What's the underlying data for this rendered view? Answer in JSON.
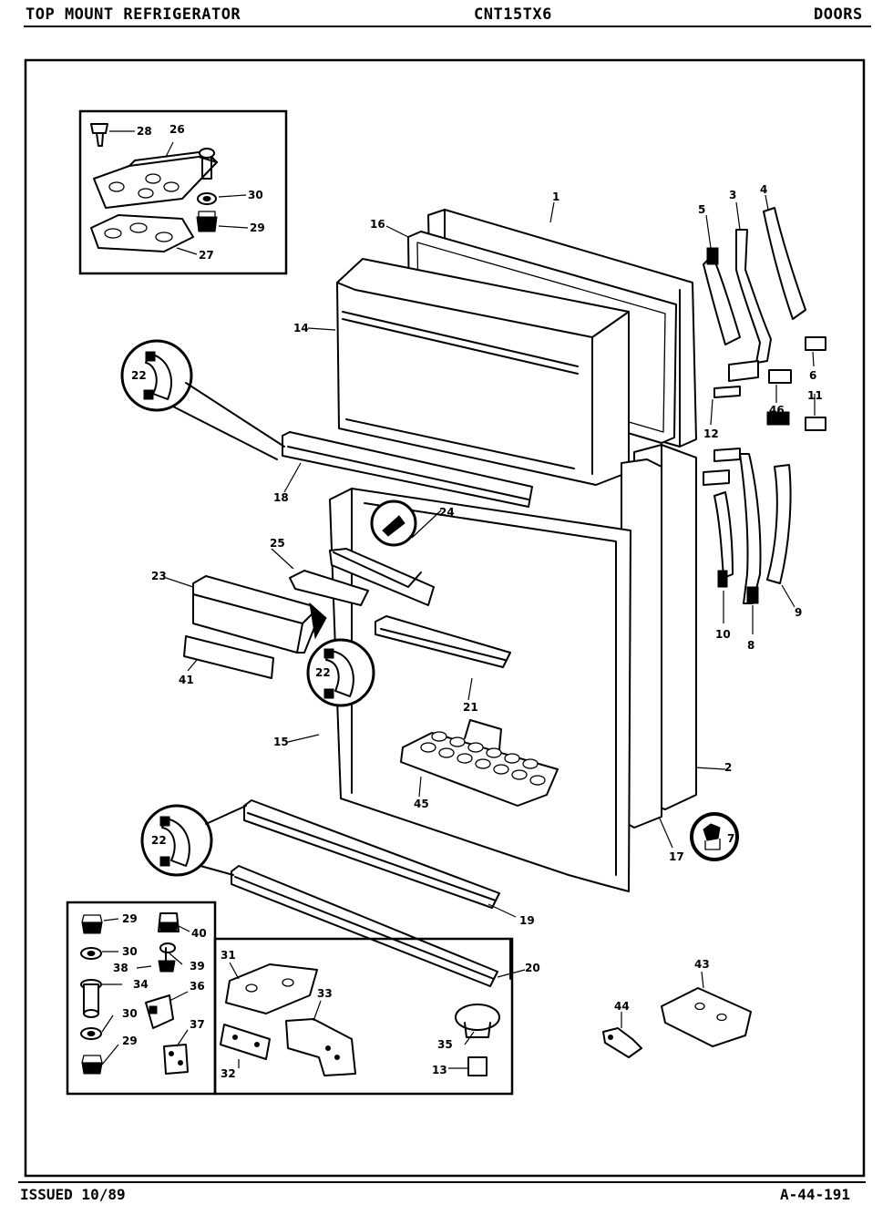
{
  "header": {
    "left": "TOP MOUNT REFRIGERATOR",
    "model": "CNT15TX6",
    "section": "DOORS"
  },
  "footer": {
    "issued": "ISSUED 10/89",
    "page_code": "A-44-191"
  },
  "callouts": {
    "c1": "1",
    "c2": "2",
    "c3": "3",
    "c4": "4",
    "c5": "5",
    "c6": "6",
    "c7": "7",
    "c8": "8",
    "c9": "9",
    "c10": "10",
    "c11": "11",
    "c12": "12",
    "c13": "13",
    "c14": "14",
    "c15": "15",
    "c16": "16",
    "c17": "17",
    "c18": "18",
    "c19": "19",
    "c20": "20",
    "c21": "21",
    "c22a": "22",
    "c22b": "22",
    "c22c": "22",
    "c23": "23",
    "c24": "24",
    "c25": "25",
    "c26": "26",
    "c27": "27",
    "c28": "28",
    "c29a": "29",
    "c29b": "29",
    "c29c": "29",
    "c30a": "30",
    "c30b": "30",
    "c30c": "30",
    "c31": "31",
    "c32": "32",
    "c33": "33",
    "c34": "34",
    "c35": "35",
    "c36": "36",
    "c37": "37",
    "c38": "38",
    "c39": "39",
    "c40": "40",
    "c41": "41",
    "c43": "43",
    "c44": "44",
    "c45": "45",
    "c46": "46"
  }
}
